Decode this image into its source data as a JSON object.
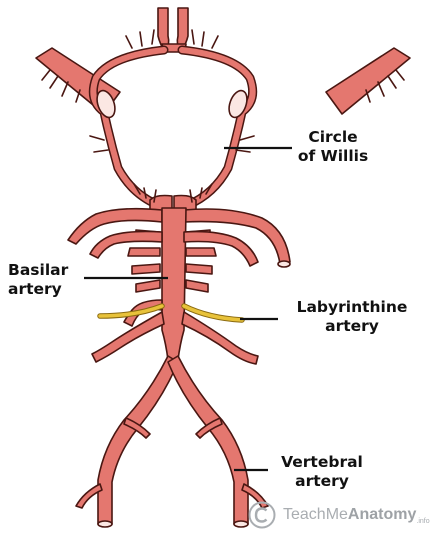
{
  "labels": {
    "circle_of_willis": "Circle\nof Willis",
    "basilar_artery": "Basilar\nartery",
    "labyrinthine_artery": "Labyrinthine\nartery",
    "vertebral_artery": "Vertebral\nartery"
  },
  "watermark": {
    "brand_prefix": "TeachMe",
    "brand_suffix": "Anatomy",
    "tld": ".info"
  },
  "colors": {
    "artery_fill": "#e4776f",
    "artery_outline": "#4a1712",
    "labyrinthine": "#e8c23a",
    "leader_line": "#111111",
    "watermark": "#a9adb1"
  }
}
